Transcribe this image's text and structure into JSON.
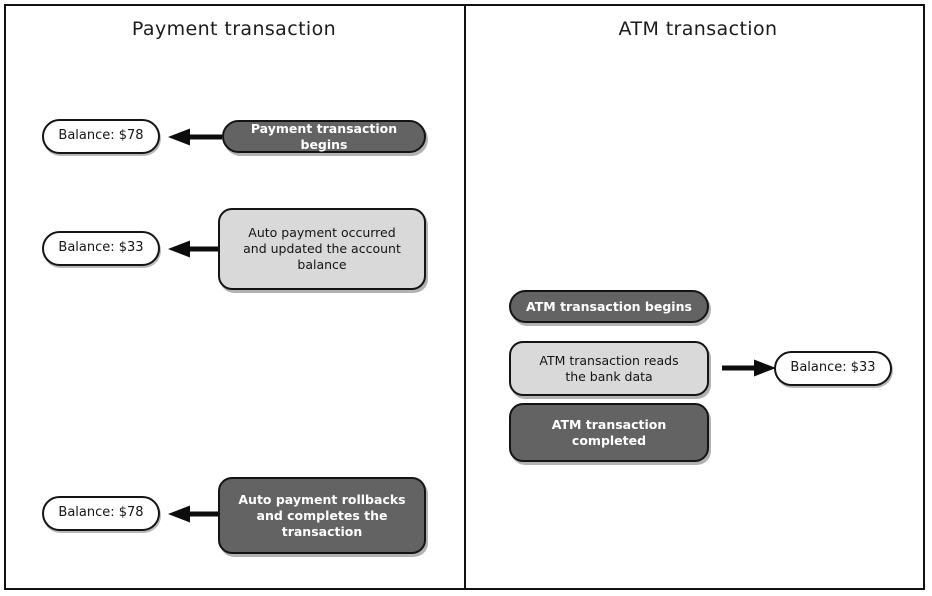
{
  "diagram": {
    "title_left": "Payment transaction",
    "title_right": "ATM transaction",
    "colors": {
      "dark_box_fill": "#636363",
      "light_box_fill": "#d9d9d9",
      "pill_fill": "#ffffff",
      "stroke": "#141414",
      "dark_box_text": "#ffffff",
      "light_box_text": "#141414",
      "background": "#ffffff"
    }
  },
  "left_panel": {
    "title": "Payment transaction",
    "nodes": [
      {
        "id": "balance-78-top",
        "label": "Balance: $78",
        "kind": "pill"
      },
      {
        "id": "payment-begins",
        "label": "Payment transaction begins",
        "kind": "dark"
      },
      {
        "id": "balance-33",
        "label": "Balance: $33",
        "kind": "pill"
      },
      {
        "id": "auto-payment-occurred",
        "label": "Auto payment occurred and updated the account balance",
        "kind": "light"
      },
      {
        "id": "balance-78-bottom",
        "label": "Balance: $78",
        "kind": "pill"
      },
      {
        "id": "auto-payment-rollback",
        "label": "Auto payment rollbacks and completes the transaction",
        "kind": "dark"
      }
    ],
    "arrows": [
      {
        "id": "arrow-payment-begins-to-balance78",
        "direction": "left"
      },
      {
        "id": "arrow-auto-payment-to-balance33",
        "direction": "left"
      },
      {
        "id": "arrow-rollback-to-balance78",
        "direction": "left"
      }
    ]
  },
  "right_panel": {
    "title": "ATM transaction",
    "nodes": [
      {
        "id": "atm-begins",
        "label": "ATM transaction begins",
        "kind": "dark"
      },
      {
        "id": "atm-reads",
        "label": "ATM transaction reads the bank data",
        "kind": "light"
      },
      {
        "id": "atm-completed",
        "label": "ATM transaction completed",
        "kind": "dark"
      },
      {
        "id": "balance-33-atm",
        "label": "Balance: $33",
        "kind": "pill"
      }
    ],
    "arrows": [
      {
        "id": "arrow-atm-reads-to-balance33",
        "direction": "right"
      }
    ]
  },
  "labels": {
    "payment_begins": "Payment transaction begins",
    "auto_payment_occurred_line1": "Auto payment occurred",
    "auto_payment_occurred_line2": "and updated the account",
    "auto_payment_occurred_line3": "balance",
    "auto_payment_rollback_line1": "Auto payment rollbacks",
    "auto_payment_rollback_line2": "and completes the",
    "auto_payment_rollback_line3": "transaction",
    "balance_78_top": "Balance: $78",
    "balance_33_left": "Balance: $33",
    "balance_78_bottom": "Balance: $78",
    "atm_begins": "ATM transaction begins",
    "atm_reads_line1": "ATM transaction reads",
    "atm_reads_line2": "the bank data",
    "atm_completed_line1": "ATM transaction",
    "atm_completed_line2": "completed",
    "balance_33_right": "Balance: $33"
  }
}
